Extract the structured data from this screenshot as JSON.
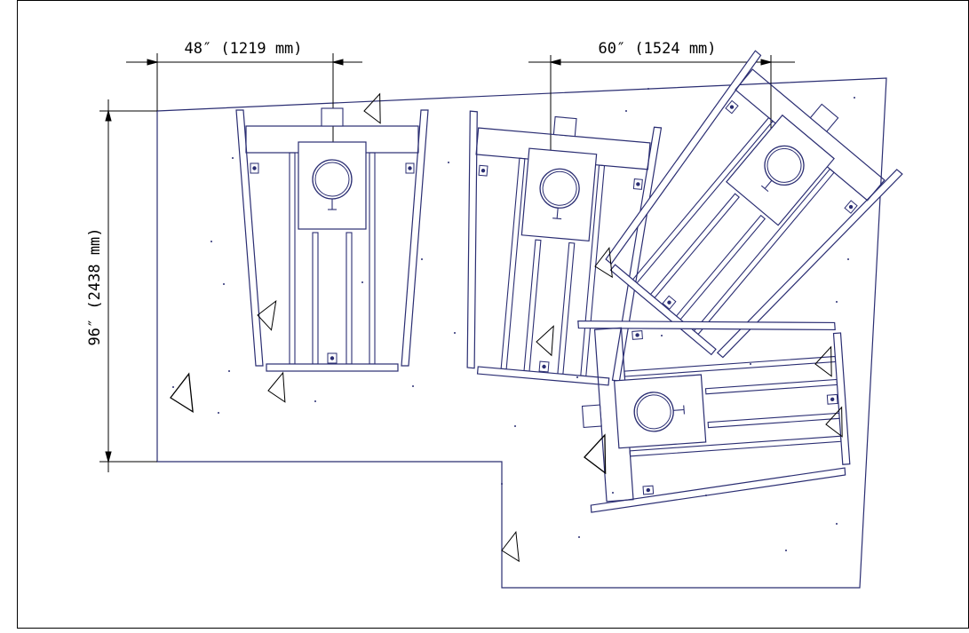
{
  "colors": {
    "line": "#2a2d72",
    "dimension": "#000000",
    "background": "#ffffff"
  },
  "dimensions": {
    "width_48": "48″ (1219 mm)",
    "width_60": "60″ (1524 mm)",
    "height_96": "96″ (2438 mm)"
  }
}
